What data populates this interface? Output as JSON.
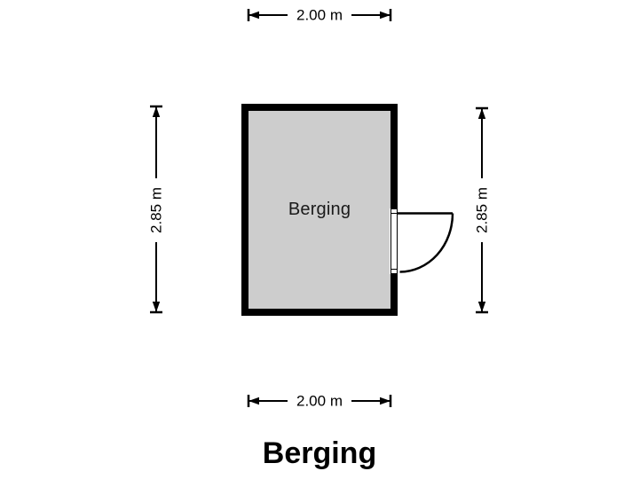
{
  "title": "Berging",
  "room": {
    "label": "Berging"
  },
  "dimensions": {
    "top": {
      "label": "2.00 m"
    },
    "bottom": {
      "label": "2.00 m"
    },
    "left": {
      "label": "2.85 m"
    },
    "right": {
      "label": "2.85 m"
    }
  },
  "features": {
    "door": "right-wall, outward 90-degree swing"
  },
  "colors": {
    "wall": "#000000",
    "floor_fill": "#cdcdcd",
    "background": "#ffffff",
    "dimension_line": "#000000",
    "label_pill_bg": "#ffffff",
    "text": "#1a1a1a"
  }
}
